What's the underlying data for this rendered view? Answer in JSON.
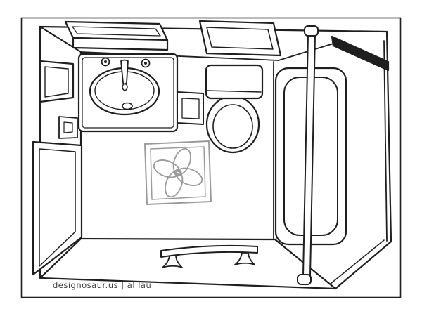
{
  "credit": {
    "text": "designosaur.us | al lau"
  },
  "colors": {
    "line": "#1f1f1f",
    "vent": "#9a9a9a",
    "caption": "#3d3d3d",
    "background": "#ffffff"
  },
  "drawing": {
    "type": "hand-drawn line art, top-down bathroom floor plan",
    "items": [
      "wall-cabinet",
      "medicine-cabinet",
      "sink-vanity",
      "sink-basin",
      "faucet",
      "faucet-handles",
      "toilet-tank",
      "toilet-bowl",
      "toilet-paper-holder",
      "bathtub",
      "grab-bar-pole",
      "floor-fan-vent",
      "towel-bar",
      "mirror",
      "light-switch",
      "door-panel",
      "picture-frame-border"
    ]
  }
}
